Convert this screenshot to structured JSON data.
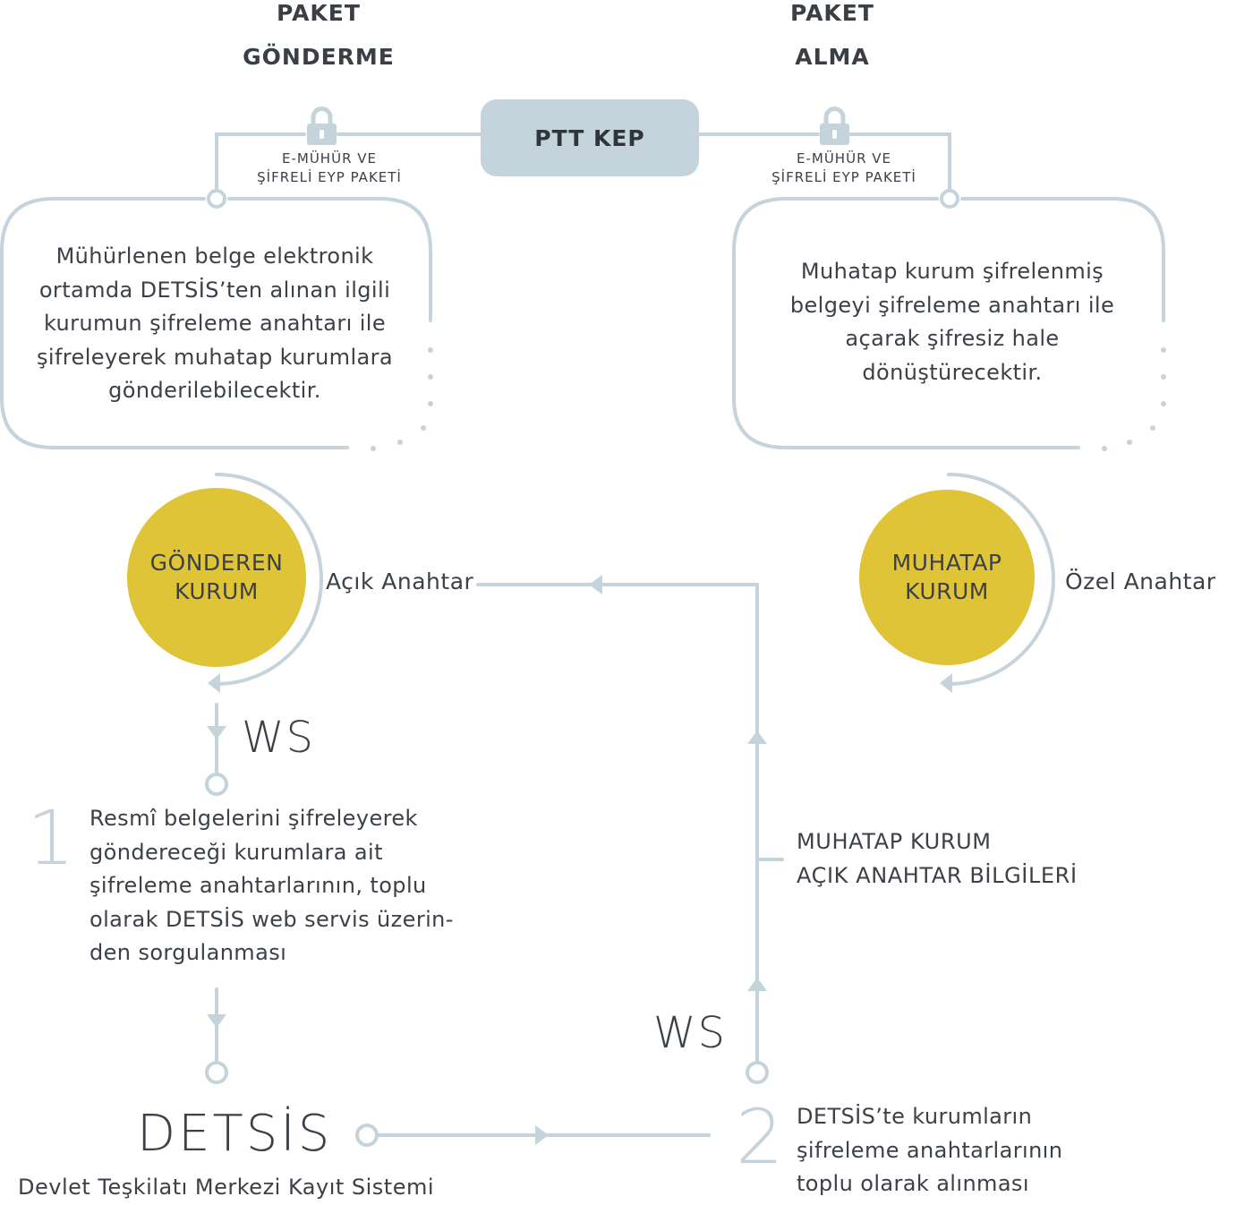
{
  "header_left": "PAKET\nGÖNDERME",
  "header_right": "PAKET\nALMA",
  "ptt_kep": "PTT KEP",
  "package_label_left": "E-MÜHÜR VE\nŞİFRELİ EYP PAKETİ",
  "package_label_right": "E-MÜHÜR VE\nŞİFRELİ EYP PAKETİ",
  "left_box_text": "Mühürlenen belge elektronik\nortamda DETSİS’ten alınan ilgili\nkurumun şifreleme anahtarı ile\nşifreleyerek muhatap kurumlara\ngönderilebilecektir.",
  "right_box_text": "Muhatap kurum şifrelenmiş\nbelgeyi şifreleme anahtarı ile\naçarak şifresiz hale\ndönüştürecektir.",
  "sender_circle": "GÖNDEREN\nKURUM",
  "receiver_circle": "MUHATAP\nKURUM",
  "public_key": "Açık Anahtar",
  "private_key": "Özel Anahtar",
  "ws_left": "WS",
  "ws_right": "WS",
  "step1_number": "1",
  "step1_text": "Resmî belgelerini şifreleyerek\ngöndereceği kurumlara ait\nşifreleme anahtarlarının, toplu\nolarak DETSİS web servis üzerin-\nden sorgulanması",
  "muhatap_info": "MUHATAP KURUM\nAÇIK ANAHTAR BİLGİLERİ",
  "detsis": "DETSİS",
  "detsis_sub": "Devlet Teşkilatı Merkezi Kayıt Sistemi",
  "step2_number": "2",
  "step2_text": "DETSİS’te kurumların\nşifreleme anahtarlarının\ntoplu olarak alınması",
  "colors": {
    "line": "#c5d3dc",
    "yellow": "#e0c438",
    "text": "#3c4147",
    "ptt_bg": "#c5d3dc"
  },
  "icons": [
    "lock-icon",
    "arrow-icon",
    "node-circle-icon"
  ]
}
